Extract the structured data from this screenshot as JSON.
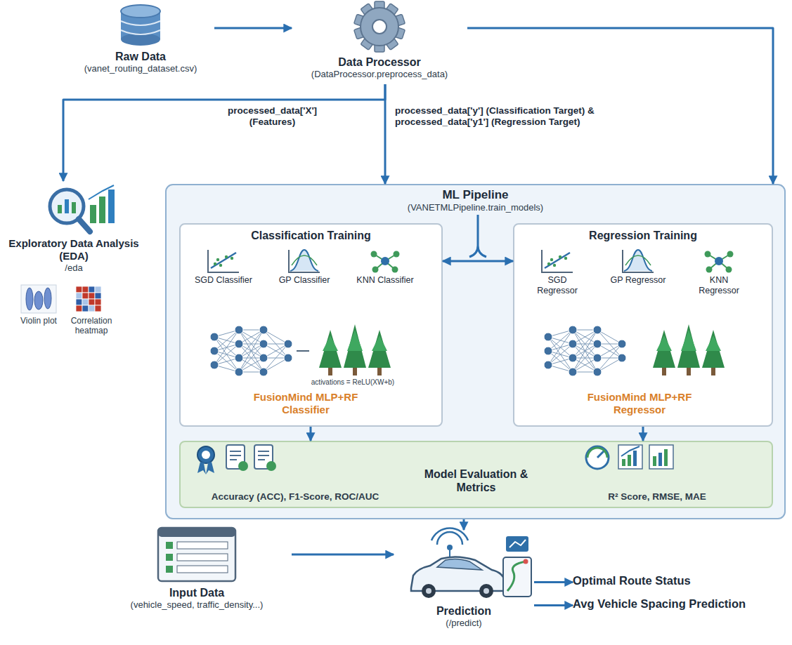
{
  "diagram": {
    "nodes": [
      {
        "text": [
          "Raw Data",
          "(vanet_routing_dataset.csv)"
        ]
      },
      {
        "text": [
          "Data Processor",
          "(DataProcessor.preprocess_data)"
        ]
      },
      {
        "text": [
          "Exploratory Data Analysis (EDA)",
          "/eda"
        ]
      },
      {
        "text": [
          "ML Pipeline",
          "(VANETMLPipeline.train_models)"
        ]
      },
      {
        "text": [
          "Classification Training"
        ],
        "in": 3
      },
      {
        "text": [
          "SGD Classifier"
        ],
        "in": 4
      },
      {
        "text": [
          "GP Classifier"
        ],
        "in": 4
      },
      {
        "text": [
          "KNN Classifier"
        ],
        "in": 4
      },
      {
        "text": [
          "FusionMind MLP+RF Classifier"
        ],
        "in": 4
      },
      {
        "text": [
          "Regression Training"
        ],
        "in": 3
      },
      {
        "text": [
          "SGD Regressor"
        ],
        "in": 9
      },
      {
        "text": [
          "GP Regressor"
        ],
        "in": 9
      },
      {
        "text": [
          "KNN Regressor"
        ],
        "in": 9
      },
      {
        "text": [
          "FusionMind MLP+RF Regressor"
        ],
        "in": 9
      },
      {
        "text": [
          "Model Evaluation & Metrics",
          "Accuracy (ACC), F1-Score, ROC/AUC",
          "R² Score, RMSE, MAE"
        ],
        "in": 3
      },
      {
        "text": [
          "Input Data",
          "(vehicle_speed, traffic_density...)"
        ]
      },
      {
        "text": [
          "Prediction",
          "(/predict)"
        ]
      },
      {
        "text": [
          "Optimal Route Status"
        ]
      },
      {
        "text": [
          "Avg Vehicle Spacing Prediction"
        ]
      }
    ],
    "edges": [
      {
        "from": 0,
        "to": 1,
        "arrow": "to"
      },
      {
        "from": 1,
        "to": 2,
        "label": "processed_data['X'] (Features)",
        "arrow": "to"
      },
      {
        "from": 1,
        "to": 3,
        "label": "processed_data['y'] (Classification Target) & processed_data['y1'] (Regression Target)",
        "arrow": "to"
      },
      {
        "from": 1,
        "to": 3,
        "arrow": "to"
      },
      {
        "from": 4,
        "to": 9,
        "arrow": "both"
      },
      {
        "from": 4,
        "to": 14,
        "arrow": "to"
      },
      {
        "from": 9,
        "to": 14,
        "arrow": "to"
      },
      {
        "from": 3,
        "to": 16,
        "arrow": "to"
      },
      {
        "from": 15,
        "to": 16,
        "arrow": "to"
      },
      {
        "from": 16,
        "to": 17,
        "arrow": "to"
      },
      {
        "from": 16,
        "to": 18,
        "arrow": "to"
      }
    ],
    "labels": [
      "Violin plot",
      "Correlation heatmap",
      "activations = ReLU(XW+b)"
    ]
  }
}
